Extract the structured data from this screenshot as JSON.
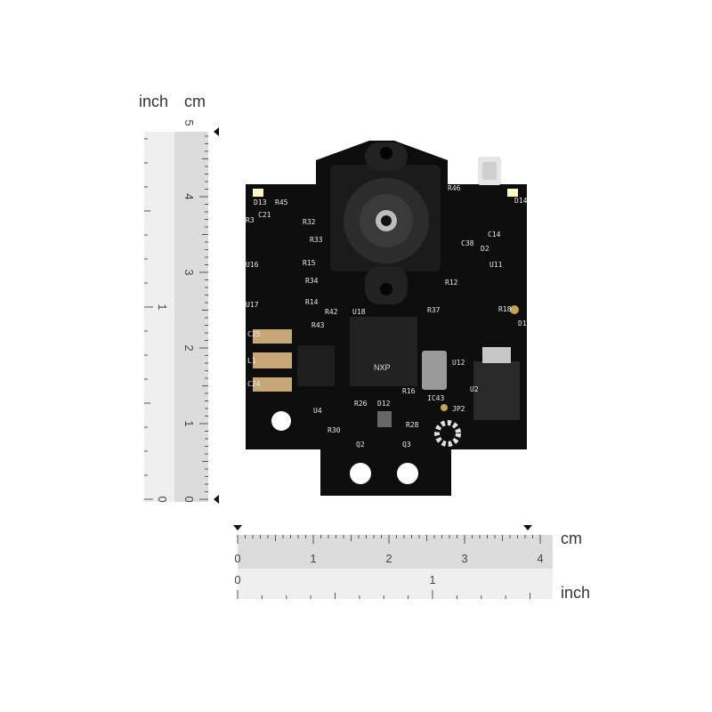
{
  "units": {
    "vertical_inch": "inch",
    "vertical_cm": "cm",
    "horizontal_cm": "cm",
    "horizontal_inch": "inch"
  },
  "vertical_ruler": {
    "cm_ticks": [
      "0",
      "1",
      "2",
      "3",
      "4",
      "5"
    ],
    "inch_ticks": [
      "0",
      "1"
    ]
  },
  "horizontal_ruler": {
    "cm_ticks": [
      "0",
      "1",
      "2",
      "3",
      "4"
    ],
    "inch_ticks": [
      "0",
      "1"
    ]
  },
  "board": {
    "brand_mark": "NXP",
    "silkscreen": [
      "D13",
      "R45",
      "R46",
      "D14",
      "R3",
      "C21",
      "R32",
      "R33",
      "R15",
      "R34",
      "R14",
      "R42",
      "U16",
      "U17",
      "U18",
      "R37",
      "R43",
      "C25",
      "L1",
      "C24",
      "U4",
      "R26",
      "D12",
      "R16",
      "IC43",
      "JP2",
      "R30",
      "Q2",
      "Q3",
      "R28",
      "U12",
      "U2",
      "D1",
      "R12",
      "U11",
      "D2",
      "C38",
      "C14",
      "R18"
    ]
  },
  "colors": {
    "pcb": "#0d0d0d",
    "ruler_fill": "#dcdcdc",
    "ruler_light": "#efefef",
    "silkscreen": "#e8e8e8",
    "led": "#fff6c8"
  }
}
